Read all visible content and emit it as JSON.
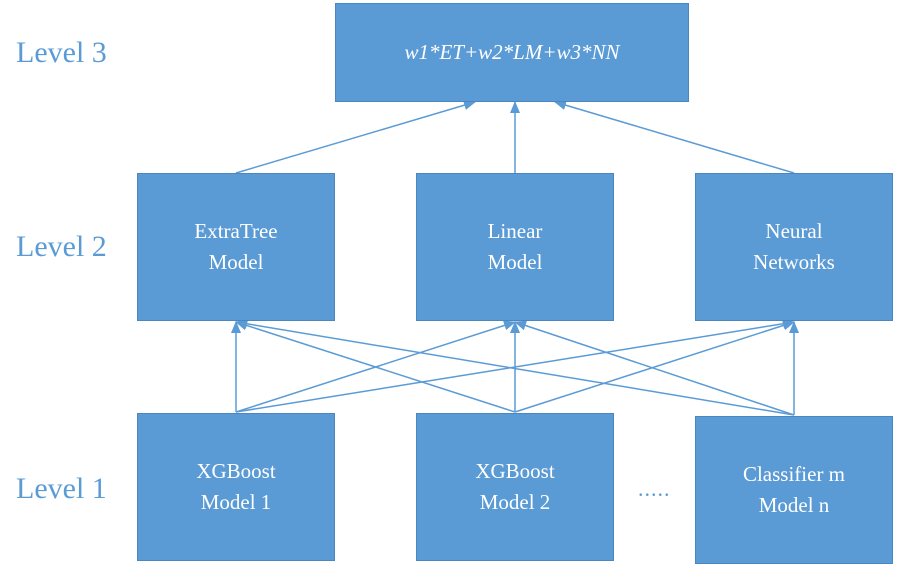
{
  "levels": {
    "level3": "Level 3",
    "level2": "Level 2",
    "level1": "Level 1"
  },
  "top": {
    "formula": "w1*ET+w2*LM+w3*NN"
  },
  "middle": [
    {
      "line1": "ExtraTree",
      "line2": "Model"
    },
    {
      "line1": "Linear",
      "line2": "Model"
    },
    {
      "line1": "Neural",
      "line2": "Networks"
    }
  ],
  "bottom": [
    {
      "line1": "XGBoost",
      "line2": "Model 1"
    },
    {
      "line1": "XGBoost",
      "line2": "Model 2"
    },
    {
      "line1": "Classifier m",
      "line2": "Model n"
    }
  ],
  "ellipsis": ".....",
  "colors": {
    "box_fill": "#5b9bd5",
    "label": "#5b9bd5",
    "arrow": "#5b9bd5"
  }
}
